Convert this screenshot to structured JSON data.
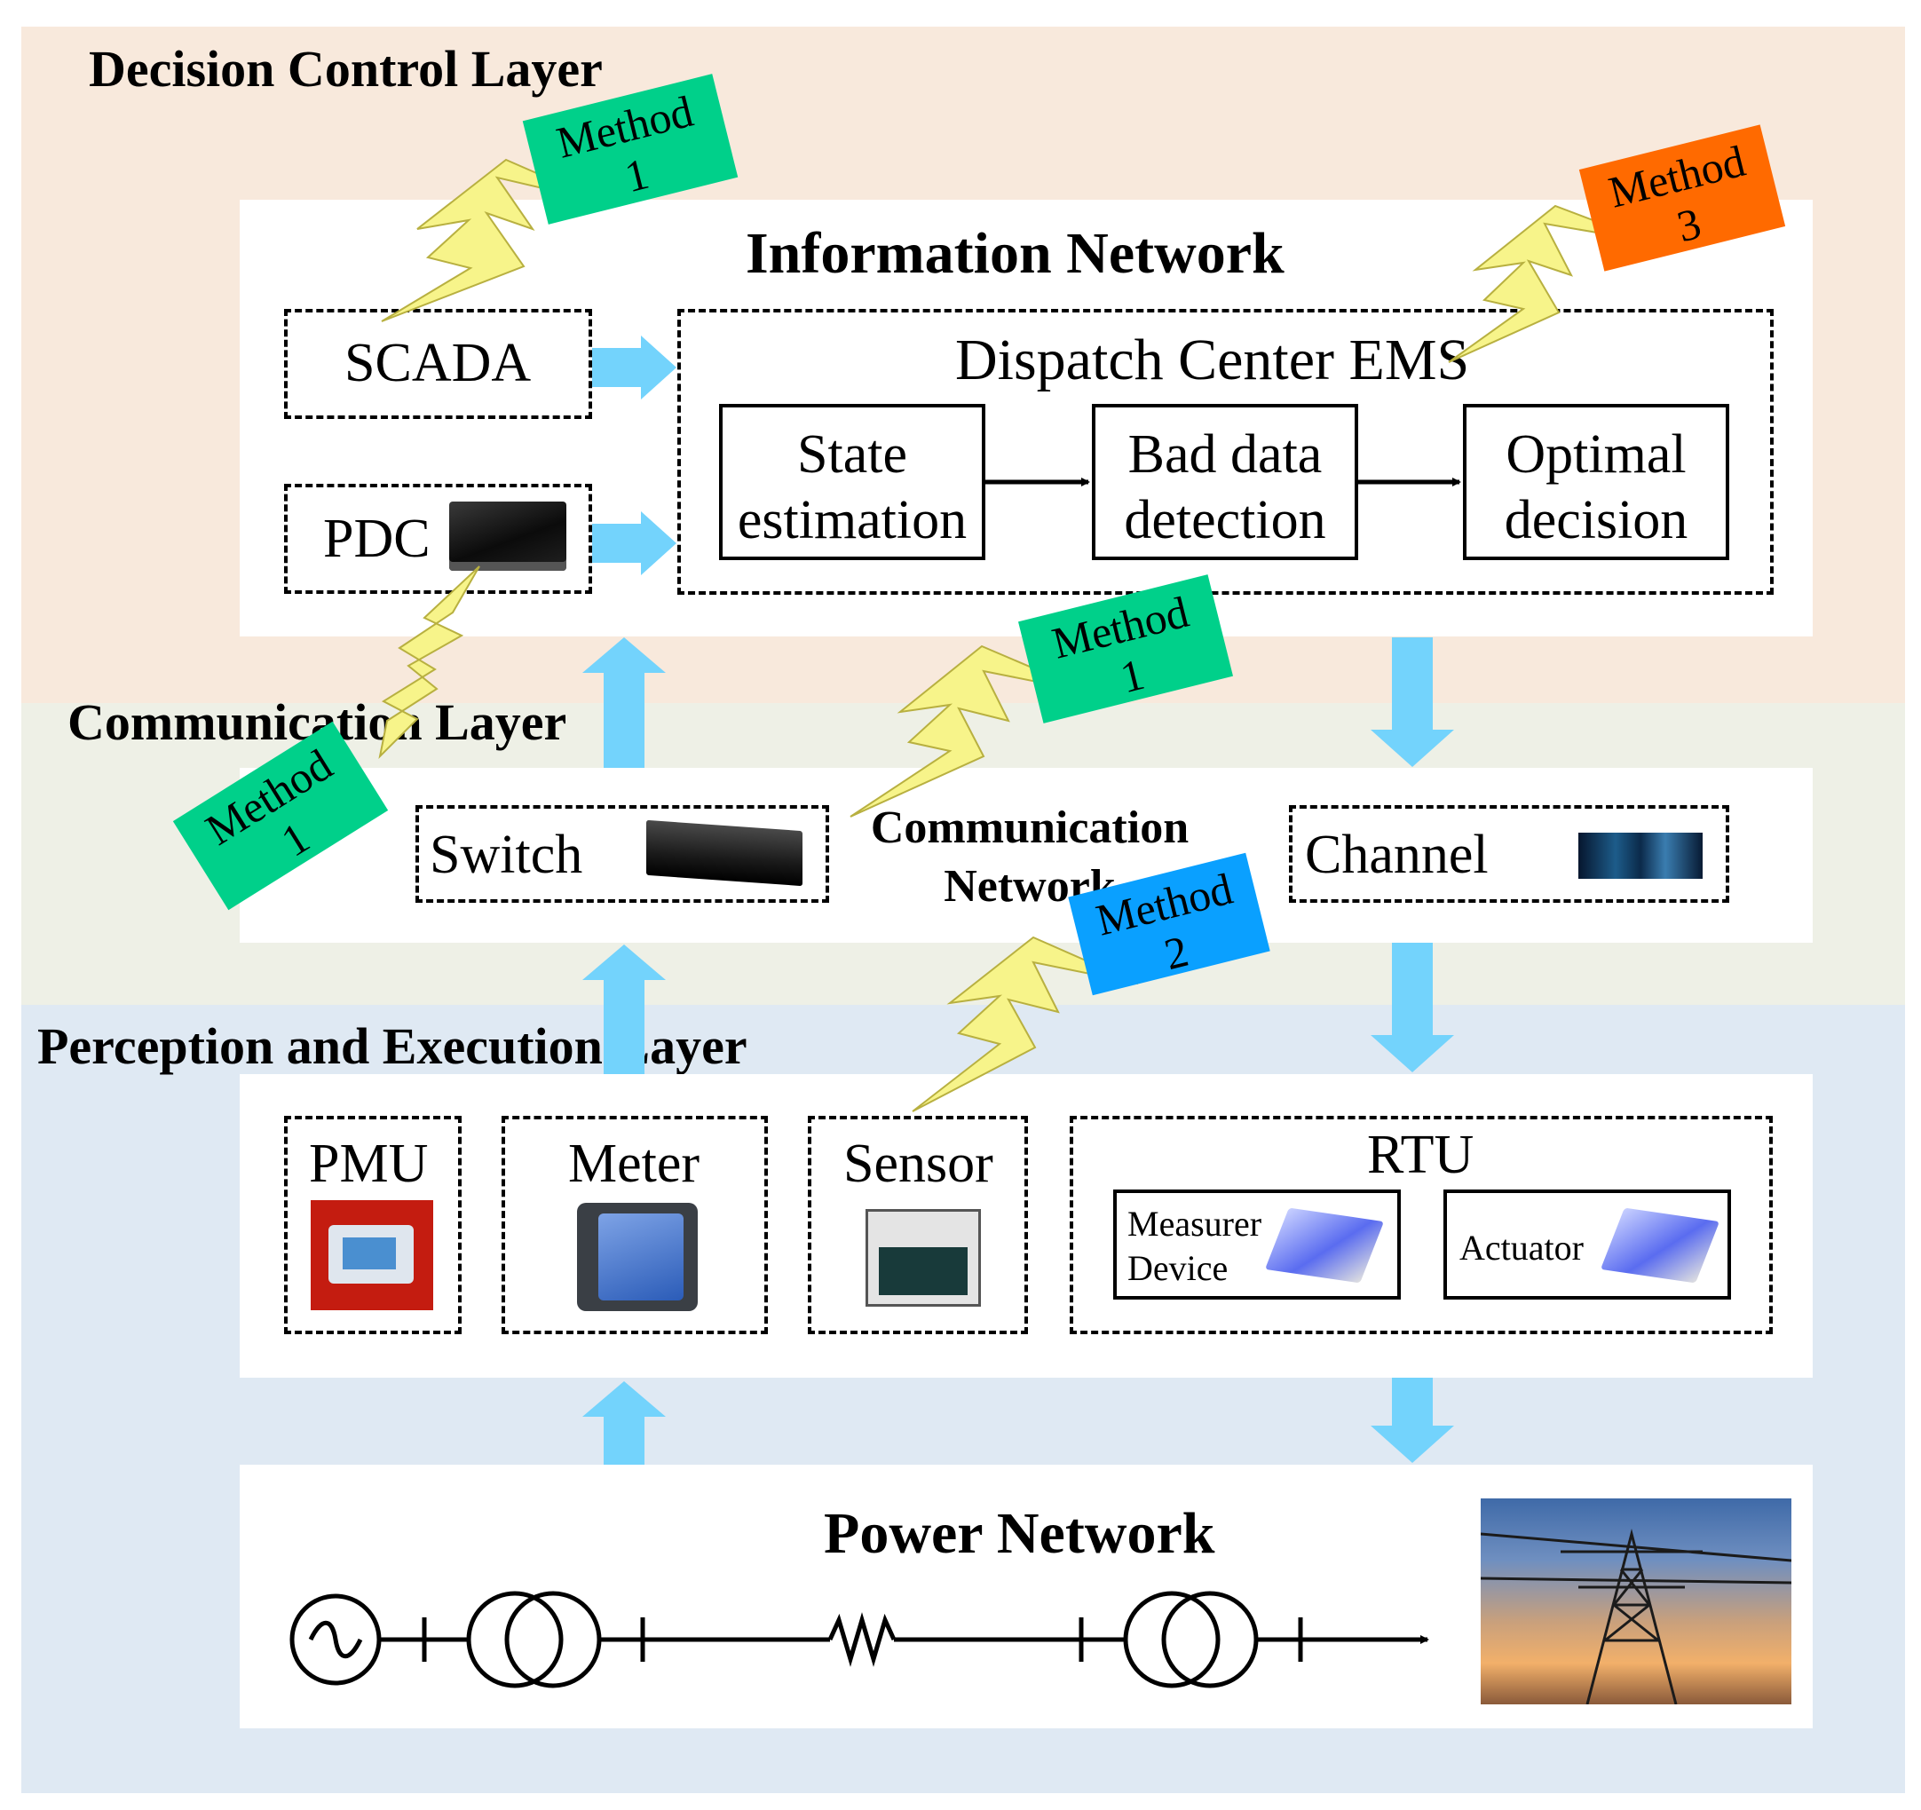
{
  "colors": {
    "decision_layer_bg": "#f8e9dc",
    "communication_layer_bg": "#eef0e6",
    "perception_layer_bg": "#dfe9f3",
    "flow_arrow": "#73d3fc",
    "lightning": "#f7f48a",
    "method_green": "#00d08a",
    "method_orange": "#ff6a00",
    "method_blue": "#0aa0ff"
  },
  "layers": {
    "decision": "Decision Control Layer",
    "communication": "Communication Layer",
    "perception": "Perception and Execution Layer"
  },
  "information_network": {
    "title": "Information Network",
    "scada": "SCADA",
    "pdc": "PDC",
    "ems_title": "Dispatch Center EMS",
    "steps": [
      {
        "line1": "State",
        "line2": "estimation"
      },
      {
        "line1": "Bad data",
        "line2": "detection"
      },
      {
        "line1": "Optimal",
        "line2": "decision"
      }
    ]
  },
  "communication_network": {
    "title_line1": "Communication",
    "title_line2": "Network",
    "switch": "Switch",
    "channel": "Channel"
  },
  "perception": {
    "pmu": "PMU",
    "meter": "Meter",
    "sensor": "Sensor",
    "rtu": "RTU",
    "measure_line1": "Measurer",
    "measure_line2": "Device",
    "actuator": "Actuator"
  },
  "power_network": {
    "title": "Power Network"
  },
  "methods": {
    "m1_top": {
      "line1": "Method",
      "line2": "1"
    },
    "m3": {
      "line1": "Method",
      "line2": "3"
    },
    "m1_mid": {
      "line1": "Method",
      "line2": "1"
    },
    "m1_left": {
      "line1": "Method",
      "line2": "1"
    },
    "m2": {
      "line1": "Method",
      "line2": "2"
    }
  }
}
